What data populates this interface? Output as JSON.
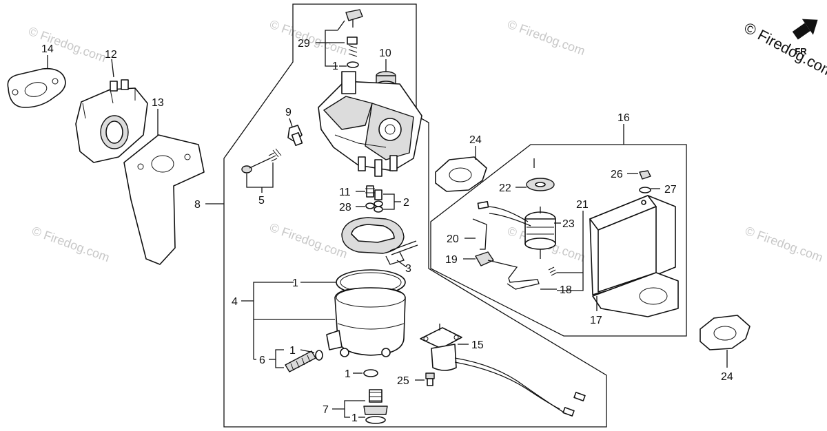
{
  "watermark": {
    "text": "© Firedog.com",
    "corner_text": "© Firedog.com"
  },
  "labels": {
    "p1a": "1",
    "p1b": "1",
    "p1c": "1",
    "p1d": "1",
    "p1e": "1",
    "p2": "2",
    "p3": "3",
    "p4": "4",
    "p5": "5",
    "p6": "6",
    "p7": "7",
    "p8": "8",
    "p9": "9",
    "p10": "10",
    "p11": "11",
    "p12": "12",
    "p13": "13",
    "p14": "14",
    "p15": "15",
    "p16": "16",
    "p17": "17",
    "p18": "18",
    "p19": "19",
    "p20": "20",
    "p21": "21",
    "p22": "22",
    "p23": "23",
    "p24a": "24",
    "p24b": "24",
    "p25": "25",
    "p26": "26",
    "p27": "27",
    "p28": "28",
    "p29": "29"
  },
  "icons": {
    "direction": "fr-arrow-icon"
  },
  "colors": {
    "ink": "#111111",
    "watermark": "#c8c8c8",
    "background": "#ffffff"
  }
}
